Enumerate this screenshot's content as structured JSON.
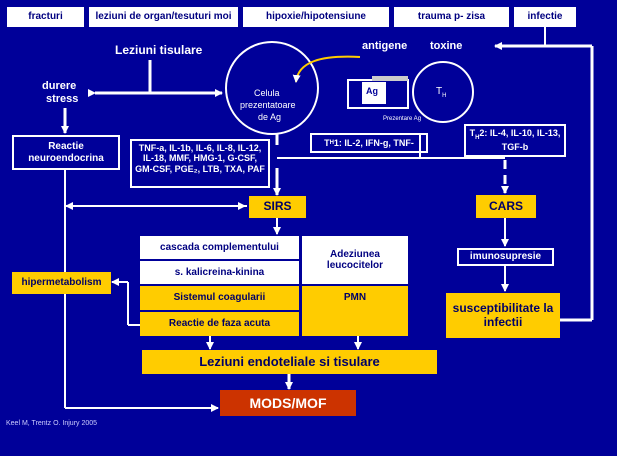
{
  "top_causes": [
    "fracturi",
    "leziuni de organ/tesuturi moi",
    "hipoxie/hipotensiune",
    "trauma p- zisa",
    "infectie"
  ],
  "labels": {
    "leziuni_tisulare": "Leziuni tisulare",
    "antigene": "antigene",
    "toxine": "toxine",
    "durere": "durere",
    "stress": "stress",
    "celula_line1": "Celula",
    "celula_line2": "prezentatoare",
    "celula_line3": "de Ag",
    "ag": "Ag",
    "th": "T",
    "th_sub": "H",
    "prezentare_ag": "Prezentare Ag",
    "citation": "Keel M, Trentz O. Injury 2005"
  },
  "boxes": {
    "reactie_line1": "Reactie",
    "reactie_line2": "neuroendocrina",
    "mediators": "TNF-a, IL-1b, IL-6, IL-8, IL-12, IL-18, MMF, HMG-1, G-CSF, GM-CSF, PGE₂, LTB, TXA, PAF",
    "th1_prefix": "T",
    "th1_sub": "H",
    "th1_text": "1: IL-2, IFN-g, TNF-",
    "th2_prefix": "T",
    "th2_sub": "H",
    "th2_text": "2: IL-4, IL-10, IL-13, TGF-b",
    "sirs": "SIRS",
    "cars": "CARS",
    "imunosupresie": "imunosupresie",
    "susceptibilitate": "susceptibilitate la infectii",
    "hipermetabolism": "hipermetabolism",
    "cascada": "cascada complementului",
    "kalicreina": "s. kalicreina-kinina",
    "coagulare": "Sistemul coagularii",
    "faza_acuta": "Reactie de faza acuta",
    "adeziunea": "Adeziunea leucocitelor",
    "pmn": "PMN",
    "leziuni_endoteliale": "Leziuni endoteliale si tisulare",
    "mods": "MODS/MOF"
  },
  "colors": {
    "background": "#000099",
    "yellow": "#ffcc00",
    "mods_red": "#cc3300",
    "white": "#ffffff"
  }
}
